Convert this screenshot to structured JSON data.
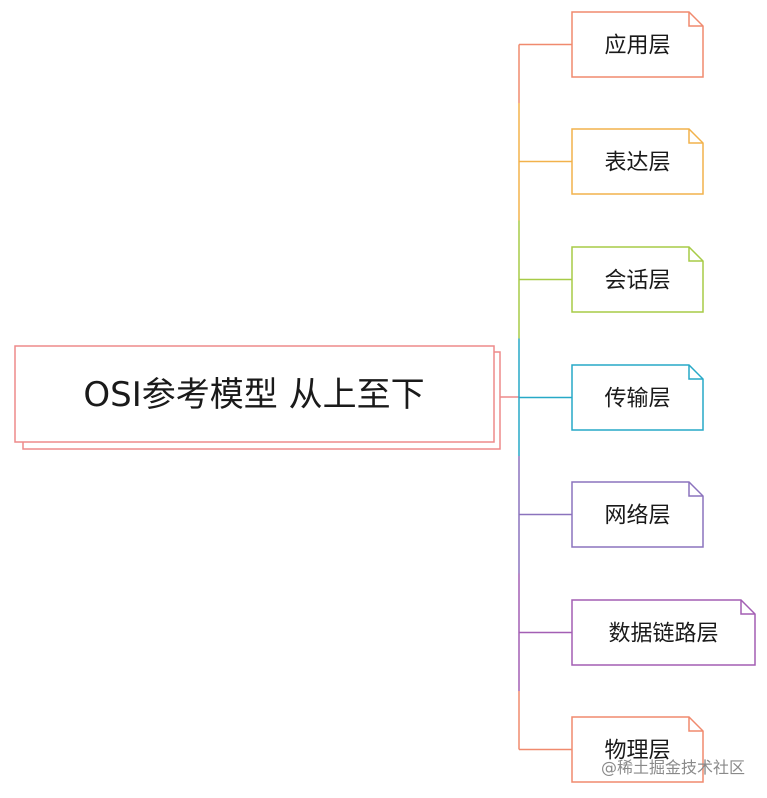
{
  "root": {
    "label": "OSI参考模型 从上至下"
  },
  "layers": [
    {
      "label": "应用层",
      "color": "#F08A6E"
    },
    {
      "label": "表达层",
      "color": "#F2B24B"
    },
    {
      "label": "会话层",
      "color": "#A7CB47"
    },
    {
      "label": "传输层",
      "color": "#27A9C7"
    },
    {
      "label": "网络层",
      "color": "#8B73BD"
    },
    {
      "label": "数据链路层",
      "color": "#A35FB4"
    },
    {
      "label": "物理层",
      "color": "#F08A6E"
    }
  ],
  "root_color": "#EE8A8A",
  "watermark": {
    "text": "@稀土掘金技术社区"
  }
}
